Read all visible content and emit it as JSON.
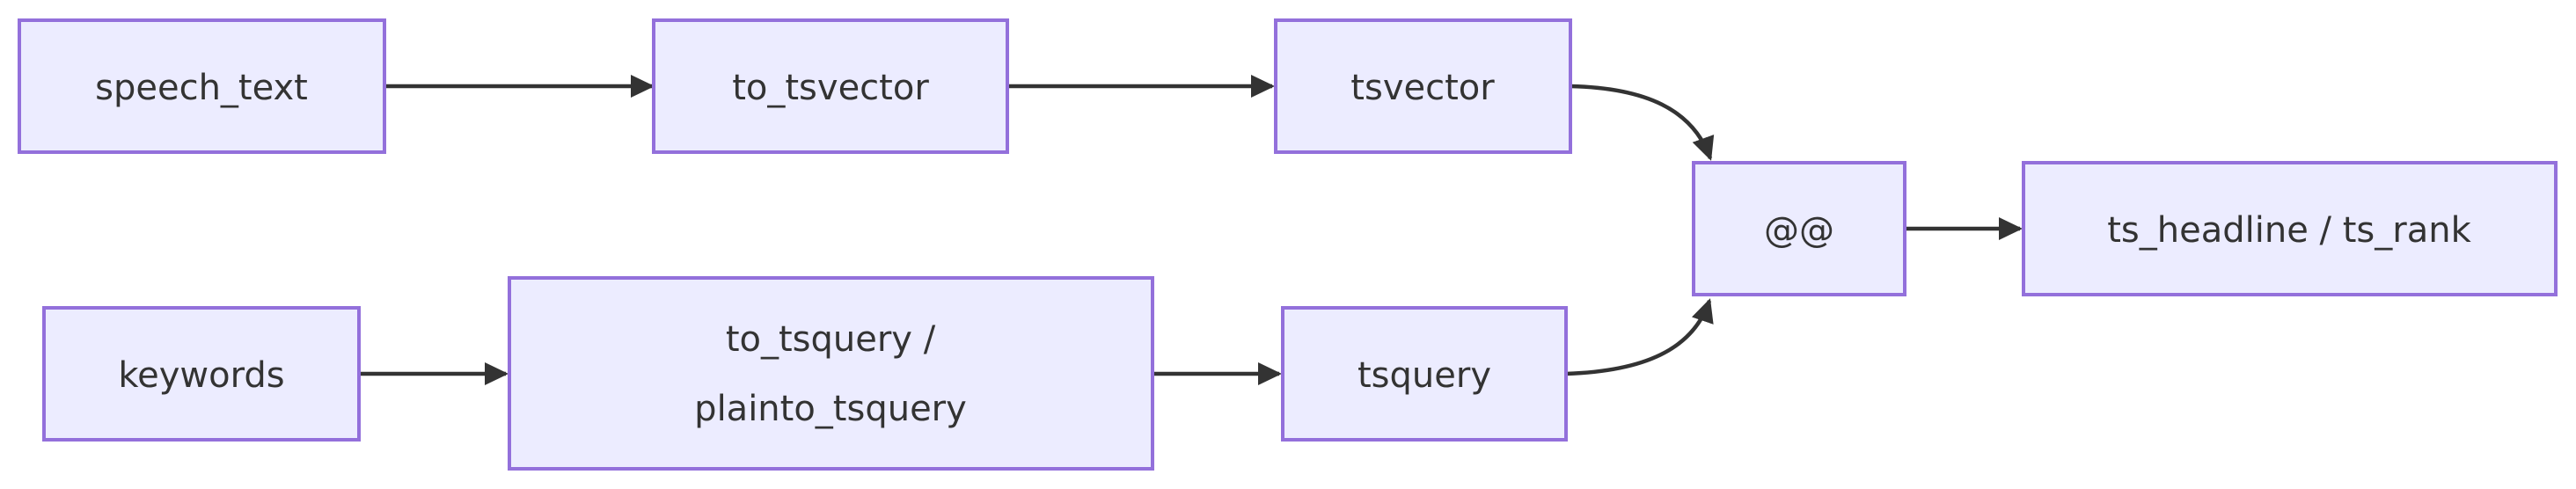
{
  "diagram": {
    "type": "flowchart",
    "direction": "left-to-right",
    "colors": {
      "node_fill": "#ECECFF",
      "node_border": "#9370DB",
      "edge_line": "#333333",
      "label_text": "#333333",
      "background": "#FFFFFF"
    },
    "nodes": {
      "speech_text": {
        "label": "speech_text"
      },
      "to_tsvector": {
        "label": "to_tsvector"
      },
      "tsvector": {
        "label": "tsvector"
      },
      "keywords": {
        "label": "keywords"
      },
      "to_tsquery": {
        "label": "to_tsquery /",
        "label2": "plainto_tsquery"
      },
      "tsquery": {
        "label": "tsquery"
      },
      "match_op": {
        "label": "@@"
      },
      "result": {
        "label": "ts_headline / ts_rank"
      }
    },
    "edges": [
      {
        "from": "speech_text",
        "to": "to_tsvector"
      },
      {
        "from": "to_tsvector",
        "to": "tsvector"
      },
      {
        "from": "tsvector",
        "to": "match_op"
      },
      {
        "from": "keywords",
        "to": "to_tsquery"
      },
      {
        "from": "to_tsquery",
        "to": "tsquery"
      },
      {
        "from": "tsquery",
        "to": "match_op"
      },
      {
        "from": "match_op",
        "to": "result"
      }
    ]
  }
}
